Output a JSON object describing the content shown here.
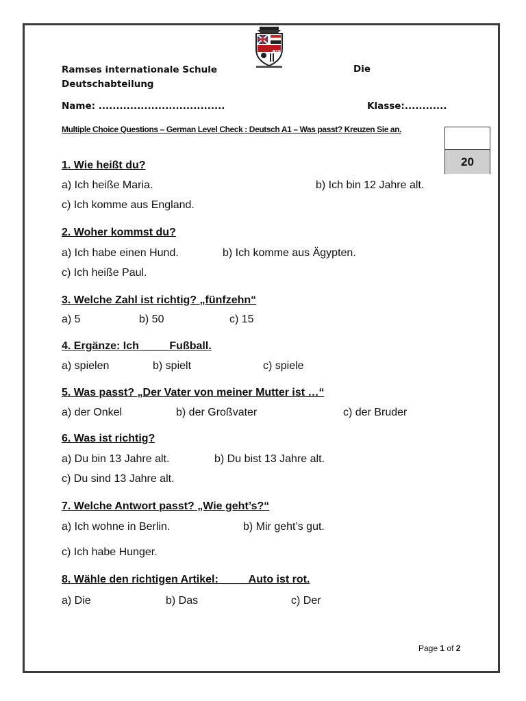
{
  "header": {
    "school_name": "Ramses internationale Schule",
    "department_part1": "Die",
    "department_part2": "Deutschabteilung",
    "name_field": "Name: ....................................",
    "class_field": "Klasse:............",
    "logo_text": "RIS"
  },
  "instructions": "Multiple Choice Questions – German Level Check : Deutsch A1 – Was passt? Kreuzen Sie an.",
  "score_box": {
    "total": "20"
  },
  "questions": [
    {
      "title": "1. Wie heißt du?",
      "a": "a) Ich heiße Maria.",
      "b": "b) Ich bin 12 Jahre alt.",
      "c": "c) Ich komme aus England."
    },
    {
      "title": "2. Woher kommst du?",
      "a": "a) Ich habe einen Hund.",
      "b": "b) Ich komme aus Ägypten.",
      "c": "c) Ich heiße Paul."
    },
    {
      "title": "3. Welche Zahl ist richtig? „fünfzehn“",
      "a": "a) 5",
      "b": "b) 50",
      "c": "c) 15"
    },
    {
      "title": "4. Ergänze: Ich ____ Fußball.",
      "a": "a) spielen",
      "b": "b) spielt",
      "c": "c) spiele"
    },
    {
      "title": "5. Was passt? „Der Vater von meiner Mutter ist …“",
      "a": "a) der Onkel",
      "b": "b) der Großvater",
      "c": "c) der Bruder"
    },
    {
      "title": "6. Was ist richtig?",
      "a": "a) Du bin 13 Jahre alt.",
      "b": "b) Du bist 13 Jahre alt.",
      "c": "c) Du sind 13 Jahre alt."
    },
    {
      "title": "7. Welche Antwort passt? „Wie geht’s?“",
      "a": "a) Ich wohne in Berlin.",
      "b": "b) Mir geht’s gut.",
      "c": "c) Ich habe Hunger."
    },
    {
      "title": "8. Wähle den richtigen Artikel: ____ Auto ist rot.",
      "a": "a) Die",
      "b": "b) Das",
      "c": "c) Der"
    }
  ],
  "footer": {
    "page_label": "Page",
    "page_current": "1",
    "of_label": "of",
    "page_total": "2"
  }
}
